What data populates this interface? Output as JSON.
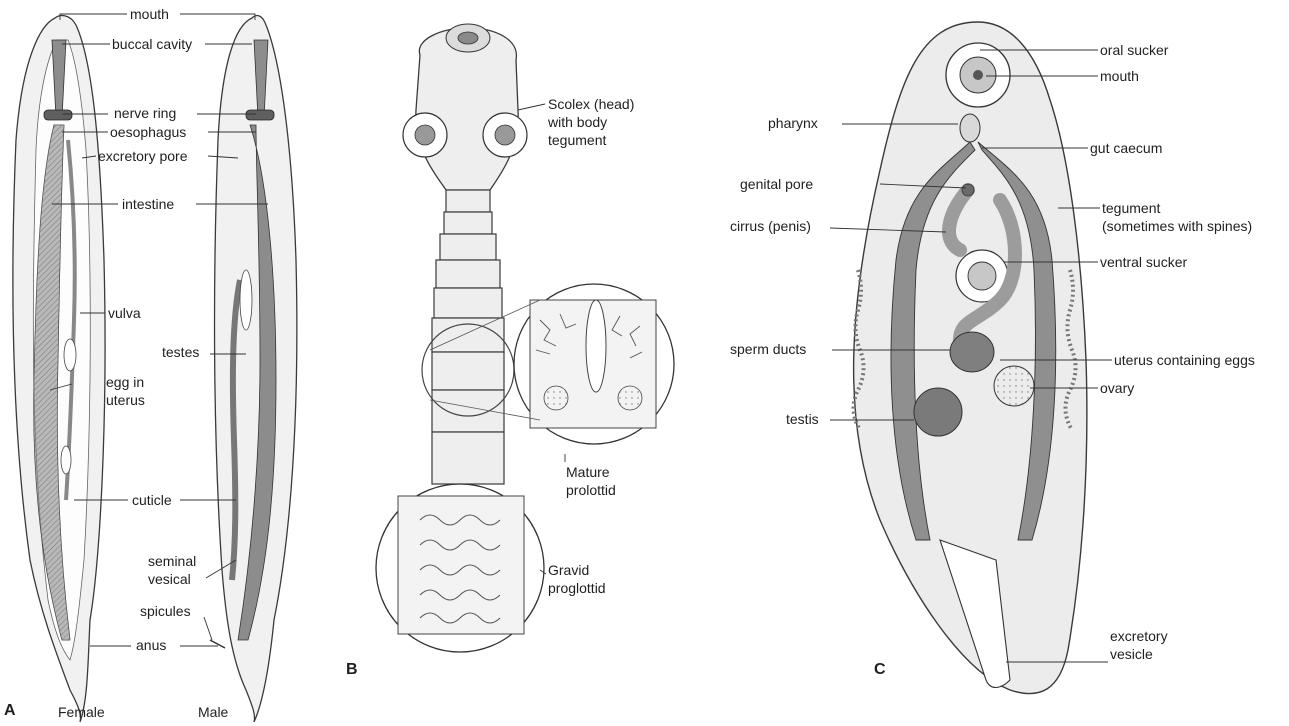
{
  "panel_a": {
    "letter": "A",
    "female_label": "Female",
    "male_label": "Male",
    "labels": {
      "mouth": "mouth",
      "buccal_cavity": "buccal cavity",
      "nerve_ring": "nerve ring",
      "oesophagus": "oesophagus",
      "excretory_pore": "excretory pore",
      "intestine": "intestine",
      "vulva": "vulva",
      "egg_in_uterus_1": "egg in",
      "egg_in_uterus_2": "uterus",
      "testes": "testes",
      "cuticle": "cuticle",
      "seminal_vesical_1": "seminal",
      "seminal_vesical_2": "vesical",
      "spicules": "spicules",
      "anus": "anus"
    }
  },
  "panel_b": {
    "letter": "B",
    "labels": {
      "scolex_1": "Scolex (head)",
      "scolex_2": "with body",
      "scolex_3": "tegument",
      "mature_1": "Mature",
      "mature_2": "prolottid",
      "gravid_1": "Gravid",
      "gravid_2": "proglottid"
    }
  },
  "panel_c": {
    "letter": "C",
    "labels": {
      "oral_sucker": "oral sucker",
      "mouth": "mouth",
      "pharynx": "pharynx",
      "gut_caecum": "gut caecum",
      "genital_pore": "genital pore",
      "tegument_1": "tegument",
      "tegument_2": "(sometimes with spines)",
      "cirrus": "cirrus (penis)",
      "ventral_sucker": "ventral sucker",
      "sperm_ducts": "sperm ducts",
      "uterus": "uterus containing eggs",
      "ovary": "ovary",
      "testis": "testis",
      "excretory_1": "excretory",
      "excretory_2": "vesicle"
    }
  },
  "colors": {
    "body_fill": "#ececec",
    "organ_dark": "#8f8f8f",
    "organ_mid": "#b9b9b9",
    "outline": "#3a3a3a"
  }
}
